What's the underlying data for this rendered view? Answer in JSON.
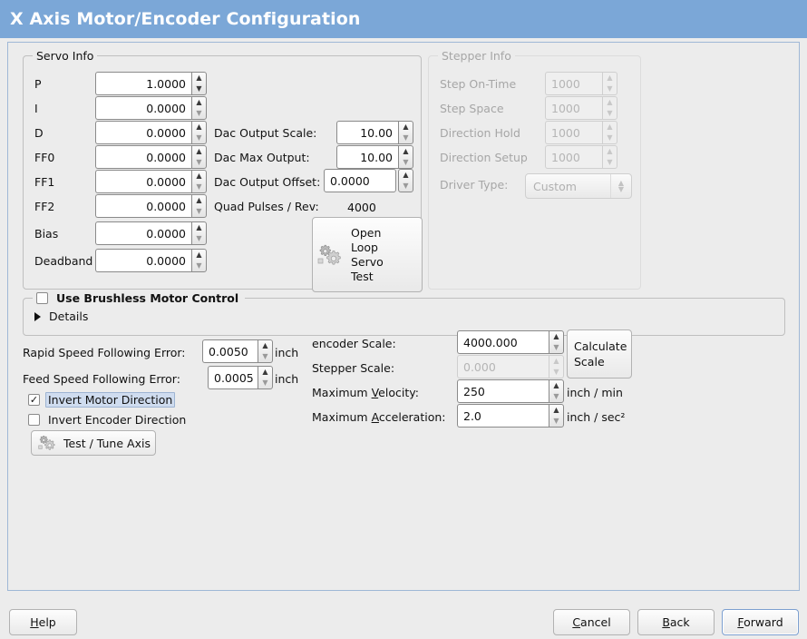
{
  "window": {
    "title": "X Axis Motor/Encoder Configuration",
    "title_bg": "#7ba7d7",
    "title_fg": "#ffffff",
    "body_bg": "#ececec",
    "frame_border": "#9fb8d6"
  },
  "servo_info": {
    "legend": "Servo Info",
    "rows": [
      {
        "label": "P",
        "value": "1.0000"
      },
      {
        "label": "I",
        "value": "0.0000"
      },
      {
        "label": "D",
        "value": "0.0000"
      },
      {
        "label": "FF0",
        "value": "0.0000"
      },
      {
        "label": "FF1",
        "value": "0.0000"
      },
      {
        "label": "FF2",
        "value": "0.0000"
      },
      {
        "label": "Bias",
        "value": "0.0000"
      },
      {
        "label": "Deadband",
        "value": "0.0000"
      }
    ],
    "dac": {
      "output_scale_label": "Dac Output Scale:",
      "output_scale_value": "10.00",
      "max_output_label": "Dac Max Output:",
      "max_output_value": "10.00",
      "output_offset_label": "Dac Output Offset:",
      "output_offset_value": "0.0000",
      "quad_pulses_label": "Quad Pulses / Rev:",
      "quad_pulses_value": "4000"
    },
    "open_loop_button": {
      "line1": "Open",
      "line2": "Loop",
      "line3": "Servo",
      "line4": "Test",
      "icon": "gears-icon"
    }
  },
  "stepper_info": {
    "legend": "Stepper Info",
    "enabled": false,
    "rows": [
      {
        "label": "Step On-Time",
        "value": "1000"
      },
      {
        "label": "Step Space",
        "value": "1000"
      },
      {
        "label": "Direction Hold",
        "value": "1000"
      },
      {
        "label": "Direction Setup",
        "value": "1000"
      }
    ],
    "driver_type_label": "Driver Type:",
    "driver_type_value": "Custom"
  },
  "brushless": {
    "checkbox_label": "Use Brushless Motor Control",
    "checked": false,
    "details_label": "Details",
    "details_expanded": false
  },
  "following": {
    "rapid_label": "Rapid Speed Following Error:",
    "rapid_value": "0.0050",
    "rapid_unit": "inch",
    "feed_label": "Feed Speed Following Error:",
    "feed_value": "0.0005",
    "feed_unit": "inch"
  },
  "invert": {
    "motor_label": "Invert Motor Direction",
    "motor_checked": true,
    "motor_focused": true,
    "encoder_label": "Invert Encoder Direction",
    "encoder_checked": false
  },
  "test_tune_button": {
    "label": "Test / Tune Axis",
    "icon": "gears-icon"
  },
  "scale": {
    "encoder_label": "encoder Scale:",
    "encoder_value": "4000.000",
    "stepper_label": "Stepper Scale:",
    "stepper_value": "0.000",
    "stepper_enabled": false,
    "calculate_line1": "Calculate",
    "calculate_line2": "Scale",
    "max_velocity_label_pre": "Maximum ",
    "max_velocity_label_key": "V",
    "max_velocity_label_post": "elocity:",
    "max_velocity_value": "250",
    "max_velocity_unit": "inch / min",
    "max_accel_label_pre": "Maximum ",
    "max_accel_label_key": "A",
    "max_accel_label_post": "cceleration:",
    "max_accel_value": "2.0",
    "max_accel_unit": "inch / sec²"
  },
  "footer": {
    "help": "Help",
    "help_key": "H",
    "cancel": "Cancel",
    "cancel_key": "C",
    "back": "Back",
    "back_key": "B",
    "forward": "Forward",
    "forward_key": "F",
    "focused_button": "Forward"
  }
}
